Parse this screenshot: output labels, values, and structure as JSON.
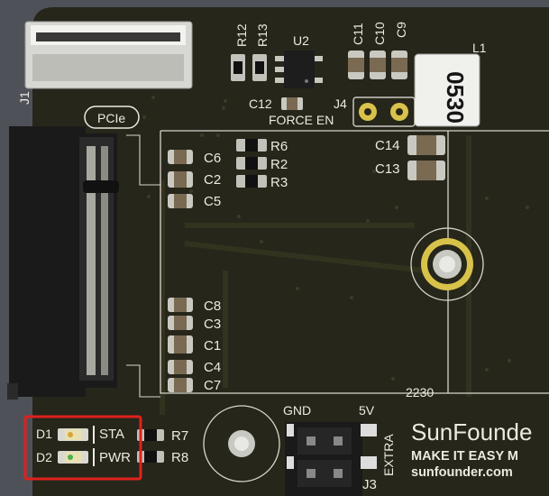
{
  "board": {
    "labels": {
      "j1": "J1",
      "pcie": "PCIe",
      "u2": "U2",
      "r12": "R12",
      "r13": "R13",
      "c11": "C11",
      "c10": "C10",
      "c9": "C9",
      "l1": "L1",
      "inductor_marking": "0530",
      "c12": "C12",
      "j4": "J4",
      "force_en": "FORCE EN",
      "c6": "C6",
      "c2": "C2",
      "c5": "C5",
      "r6": "R6",
      "r2": "R2",
      "r3": "R3",
      "c14": "C14",
      "c13": "C13",
      "c8": "C8",
      "c3": "C3",
      "c1": "C1",
      "c4": "C4",
      "c7": "C7",
      "size_2230": "2230",
      "d1": "D1",
      "d2": "D2",
      "sta": "STA",
      "pwr": "PWR",
      "r7": "R7",
      "r8": "R8",
      "gnd": "GND",
      "v5": "5V",
      "extra": "EXTRA",
      "j3": "J3"
    },
    "brand": {
      "name": "SunFounde",
      "tagline": "MAKE IT EASY M",
      "url": "sunfounder.com"
    }
  },
  "colors": {
    "pcb": "#26261b",
    "silkscreen": "#eceae2",
    "pad_gold": "#d8c24a",
    "highlight": "#e0211b"
  }
}
